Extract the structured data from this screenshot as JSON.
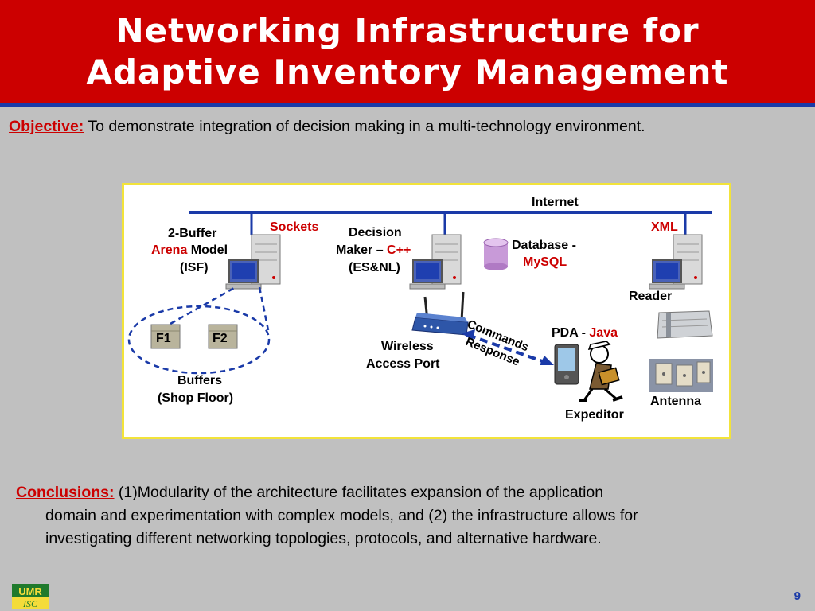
{
  "header": {
    "title_line1": "Networking Infrastructure for",
    "title_line2": "Adaptive Inventory Management"
  },
  "objective": {
    "label": "Objective:",
    "text": "To demonstrate integration of decision making in a multi-technology environment."
  },
  "diagram": {
    "internet": "Internet",
    "sockets": "Sockets",
    "xml": "XML",
    "arena": {
      "line1": "2-Buffer",
      "line2_red": "Arena",
      "line2_black": " Model",
      "line3": "(ISF)"
    },
    "decision": {
      "line1": "Decision",
      "line2_black": "Maker – ",
      "line2_red": "C++",
      "line3": "(ES&NL)"
    },
    "database": {
      "line1": "Database -",
      "line2_red": "MySQL"
    },
    "reader": "Reader",
    "antenna": "Antenna",
    "wireless": {
      "line1": "Wireless",
      "line2": "Access Port"
    },
    "commands": "Commands",
    "response": "Response",
    "pda": {
      "black": "PDA - ",
      "red": "Java"
    },
    "expeditor": "Expeditor",
    "buffers": {
      "line1": "Buffers",
      "line2": "(Shop Floor)"
    },
    "f1": "F1",
    "f2": "F2"
  },
  "conclusions": {
    "label": "Conclusions:",
    "line1": " (1)Modularity of the architecture facilitates expansion of the application",
    "line2": "domain and experimentation with complex models, and (2) the infrastructure allows for",
    "line3": "investigating different networking topologies, protocols, and alternative hardware."
  },
  "logo": {
    "top": "UMR",
    "bottom": "ISC"
  },
  "page_number": "9",
  "colors": {
    "header_bg": "#cc0000",
    "accent_blue": "#1a3aa8",
    "label_red": "#cc0000",
    "slide_bg": "#c0c0c0"
  }
}
